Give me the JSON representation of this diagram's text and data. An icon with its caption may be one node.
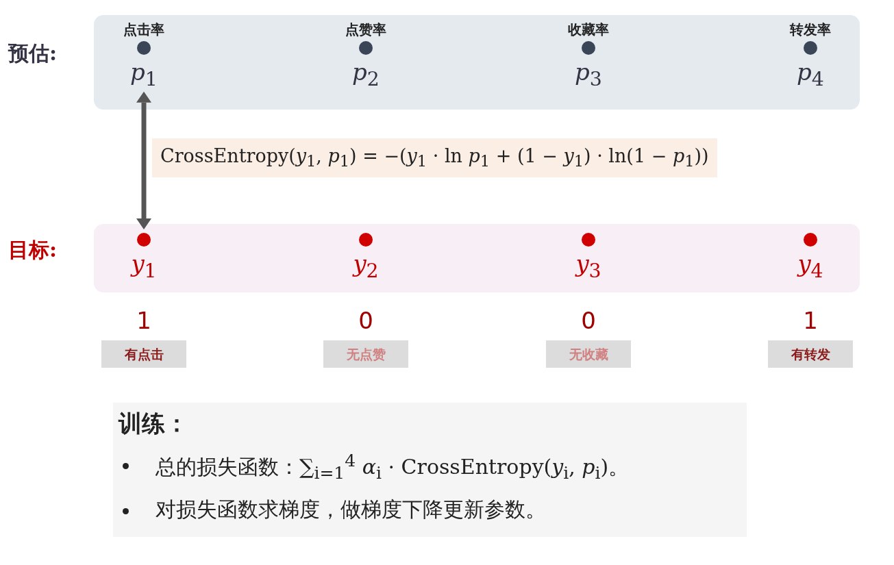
{
  "diagram": {
    "nodes": [
      {
        "text": [
          "预估:"
        ]
      },
      {
        "text": [
          "点击率",
          "*p*$_{1}$"
        ],
        "in": 0
      },
      {
        "text": [
          "点赞率",
          "*p*$_{2}$"
        ],
        "in": 0
      },
      {
        "text": [
          "收藏率",
          "*p*$_{3}$"
        ],
        "in": 0
      },
      {
        "text": [
          "转发率",
          "*p*$_{4}$"
        ],
        "in": 0
      },
      {
        "text": [
          "目标:"
        ]
      },
      {
        "text": [
          "*y*$_{1}$"
        ],
        "in": 5
      },
      {
        "text": [
          "*y*$_{2}$"
        ],
        "in": 5
      },
      {
        "text": [
          "*y*$_{3}$"
        ],
        "in": 5
      },
      {
        "text": [
          "*y*$_{4}$"
        ],
        "in": 5
      },
      {
        "text": [
          "有点击"
        ],
        "beside": [
          "1"
        ]
      },
      {
        "text": [
          "无点赞"
        ],
        "beside": [
          "0"
        ]
      },
      {
        "text": [
          "无收藏"
        ],
        "beside": [
          "0"
        ]
      },
      {
        "text": [
          "有转发"
        ],
        "beside": [
          "1"
        ]
      },
      {
        "text": [
          "训练：",
          "总的损失函数：∑$_{i=1}$$^{4}$ *α*$_{i}$ · CrossEntropy(*y*$_{i}$, *p*$_{i}$)。",
          "对损失函数求梯度，做梯度下降更新参数。"
        ]
      }
    ],
    "edges": [
      {
        "from": 1,
        "to": 6,
        "arrow": "both",
        "label": "CrossEntropy(*y*$_{1}$, *p*$_{1}$)  =  −(*y*$_{1}$ · ln *p*$_{1}$ + (1 − *y*$_{1}$) · ln(1 − *p*$_{1}$))"
      }
    ]
  }
}
